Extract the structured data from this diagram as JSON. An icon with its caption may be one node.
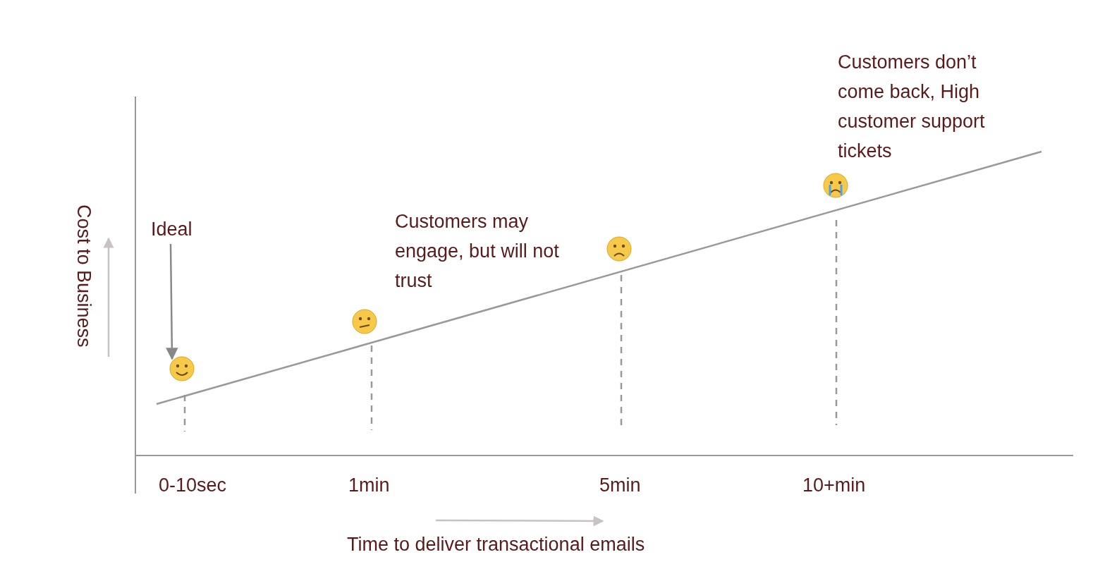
{
  "diagram": {
    "nodes": [
      {
        "text": [
          "Ideal"
        ]
      },
      {
        "text": [],
        "shape": "circle"
      }
    ],
    "edges": [
      {
        "from": 0,
        "to": 1,
        "arrow": "to"
      }
    ],
    "labels": [
      "Customers don’t come back, High customer support tickets",
      "Customers may engage, but will not trust",
      "Cost to Business",
      "0-10sec",
      "1min",
      "5min",
      "10+min",
      "Time to deliver transactional emails"
    ]
  }
}
